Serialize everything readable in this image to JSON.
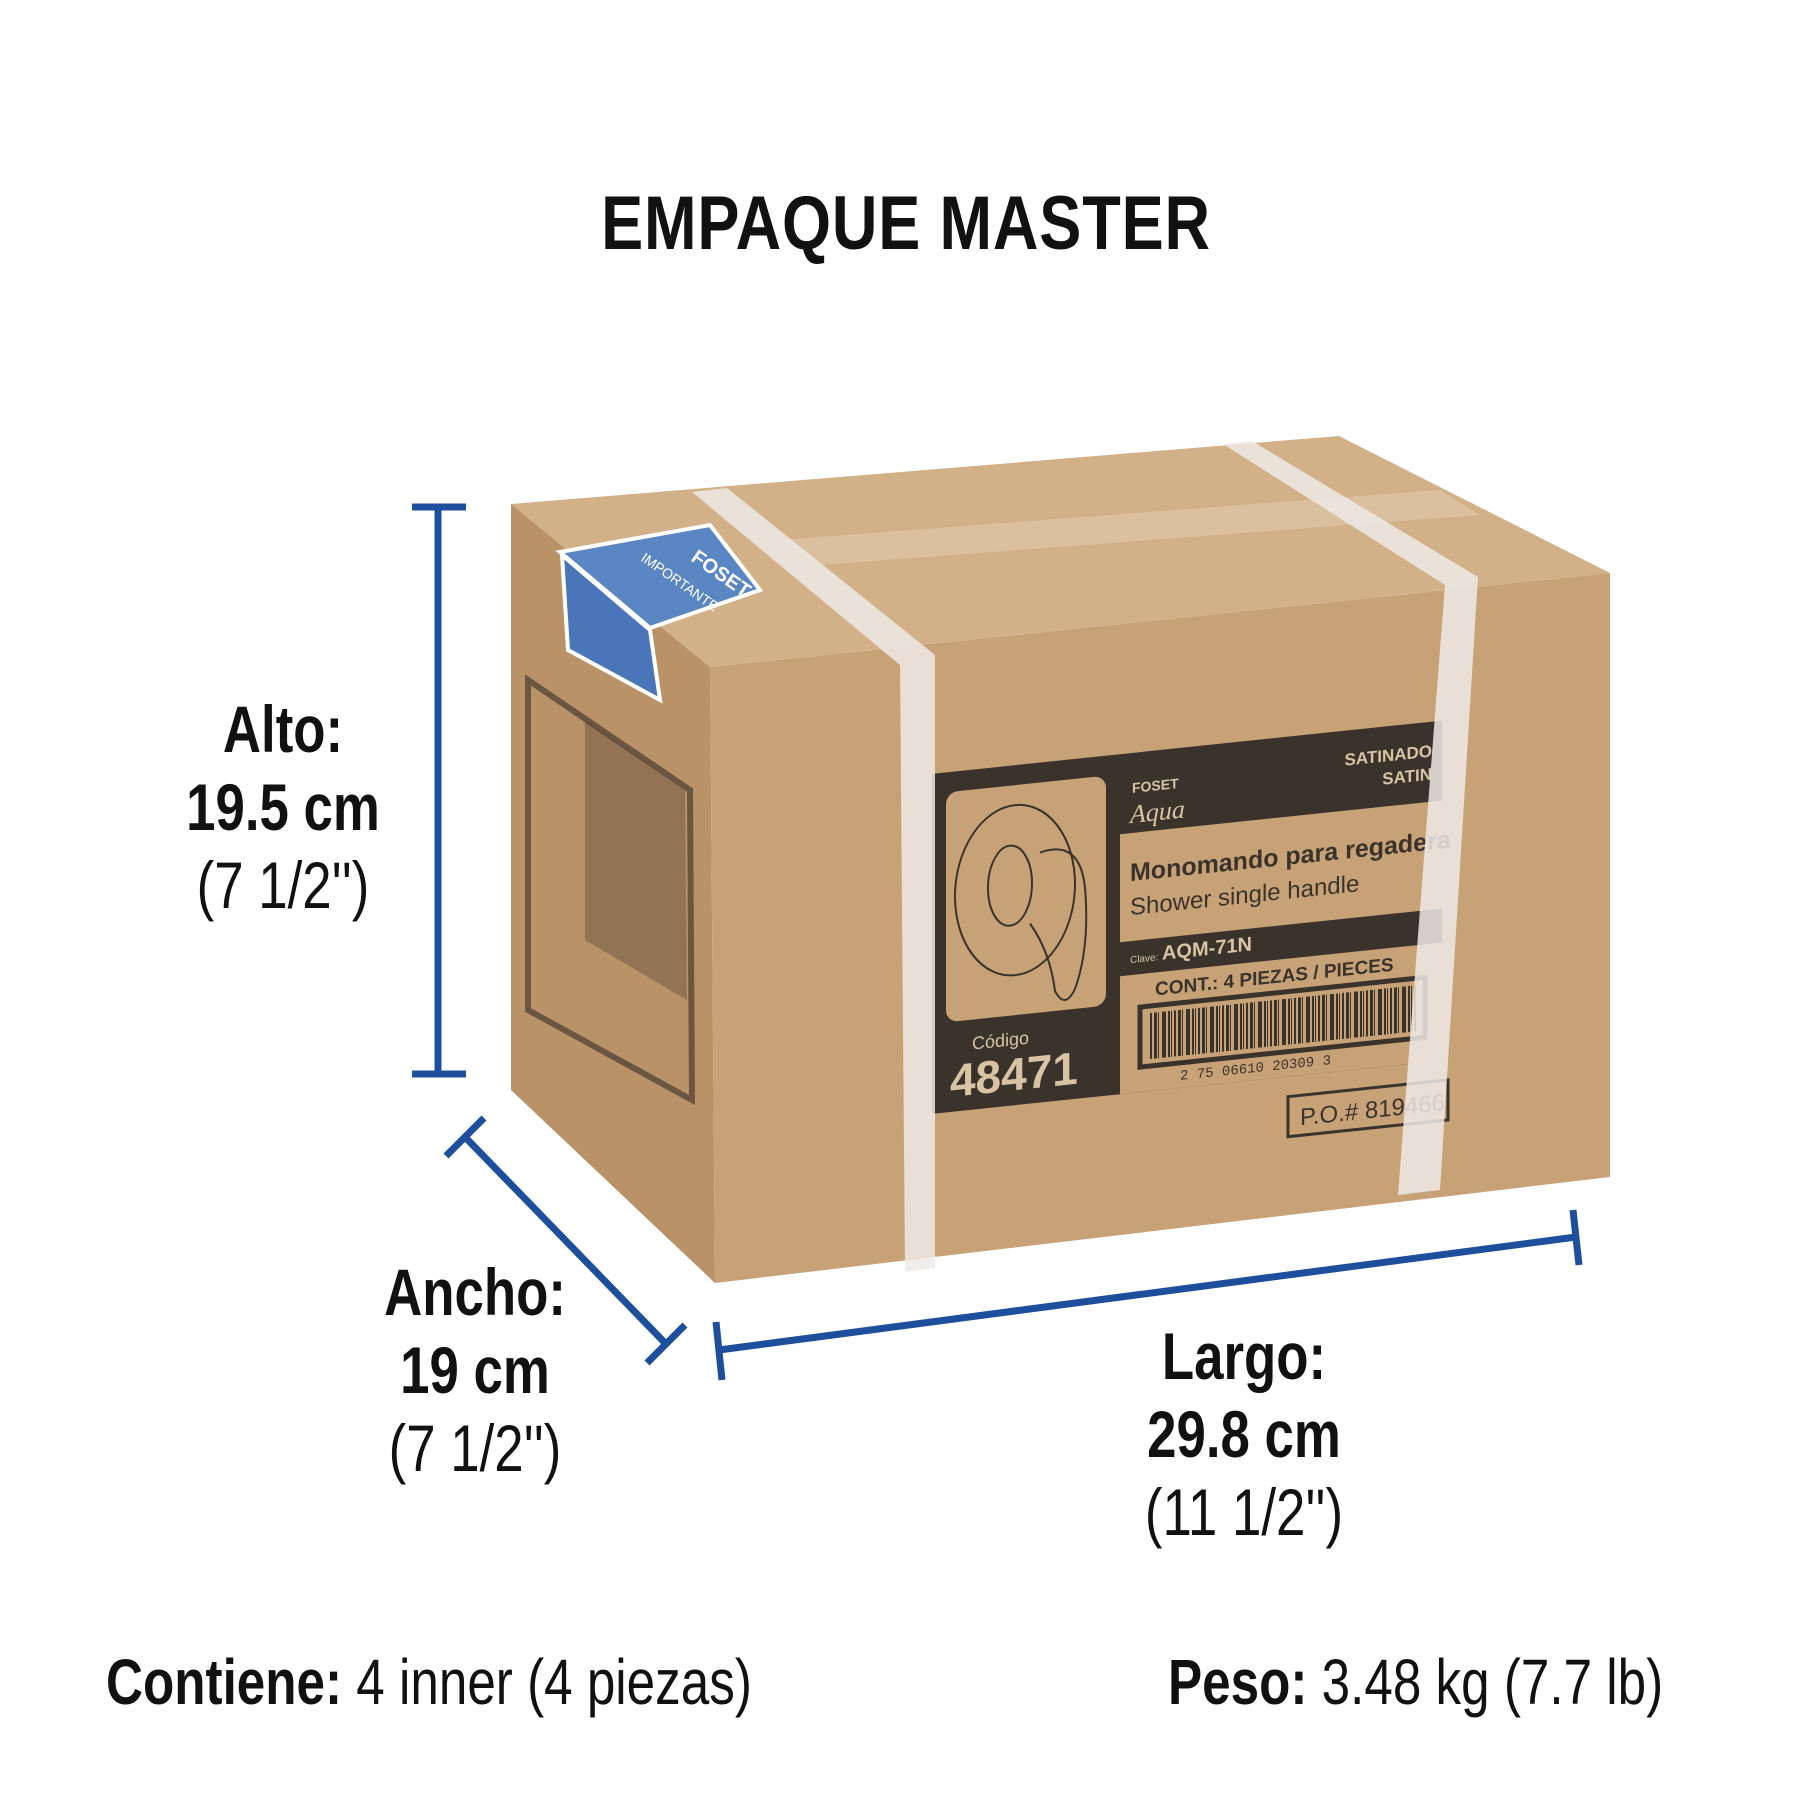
{
  "title": "EMPAQUE MASTER",
  "dimensions": {
    "alto": {
      "label": "Alto:",
      "metric": "19.5 cm",
      "imperial": "(7 1/2'')"
    },
    "ancho": {
      "label": "Ancho:",
      "metric": "19 cm",
      "imperial": "(7 1/2'')"
    },
    "largo": {
      "label": "Largo:",
      "metric": "29.8 cm",
      "imperial": "(11 1/2'')"
    }
  },
  "footer": {
    "contiene_label": "Contiene:",
    "contiene_value": " 4 inner (4 piezas)",
    "peso_label": "Peso:",
    "peso_value": " 3.48 kg (7.7 lb)"
  },
  "box_label": {
    "brand": "FOSET",
    "line": "Aqua",
    "finish_es": "SATINADO",
    "finish_en": "SATIN",
    "name_es": "Monomando para regadera",
    "name_en": "Shower single handle",
    "clave_label": "Clave:",
    "clave": "AQM-71N",
    "contents": "CONT.: 4 PIEZAS / PIECES",
    "barcode_number": "2 75 06610 20309 3",
    "codigo_label": "Código",
    "codigo": "48471",
    "po": "P.O.# 819466"
  },
  "tape": {
    "brand": "FOSET",
    "text": "IMPORTANTE"
  },
  "colors": {
    "dimension_line": "#1d4f9c",
    "cardboard": "#c9a47a"
  }
}
